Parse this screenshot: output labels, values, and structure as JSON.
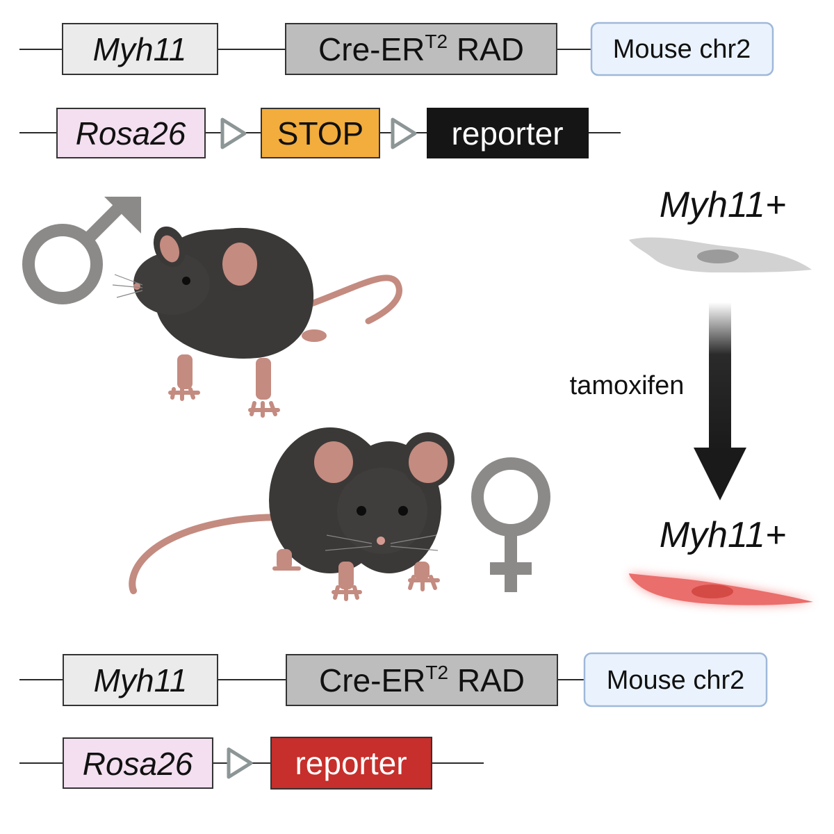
{
  "top_construct": {
    "line1": {
      "promoter": "Myh11",
      "cre_main": "Cre-ER",
      "cre_sup": "T2",
      "cre_tail": " RAD",
      "chromosome": "Mouse chr2"
    },
    "line2": {
      "locus": "Rosa26",
      "stop": "STOP",
      "reporter": "reporter"
    }
  },
  "bottom_construct": {
    "line1": {
      "promoter": "Myh11",
      "cre_main": "Cre-ER",
      "cre_sup": "T2",
      "cre_tail": " RAD",
      "chromosome": "Mouse chr2"
    },
    "line2": {
      "locus": "Rosa26",
      "reporter": "reporter"
    }
  },
  "cells": {
    "before_label": "Myh11+",
    "after_label": "Myh11+",
    "treatment": "tamoxifen"
  },
  "symbols": {
    "male": "male-symbol",
    "female": "female-symbol"
  },
  "colors": {
    "promoter_fill": "#ebebeb",
    "cre_fill": "#bdbdbd",
    "chr_fill": "#eaf3fd",
    "chr_border": "#9fb8d9",
    "rosa_fill": "#f3dff0",
    "stop_fill": "#f3ad3c",
    "reporter_off": "#151515",
    "reporter_on": "#c62f2b",
    "lox": "#8d9696",
    "mouse_fur": "#3b3937",
    "mouse_skin": "#c48b80",
    "sex_symbol": "#8c8a89"
  }
}
